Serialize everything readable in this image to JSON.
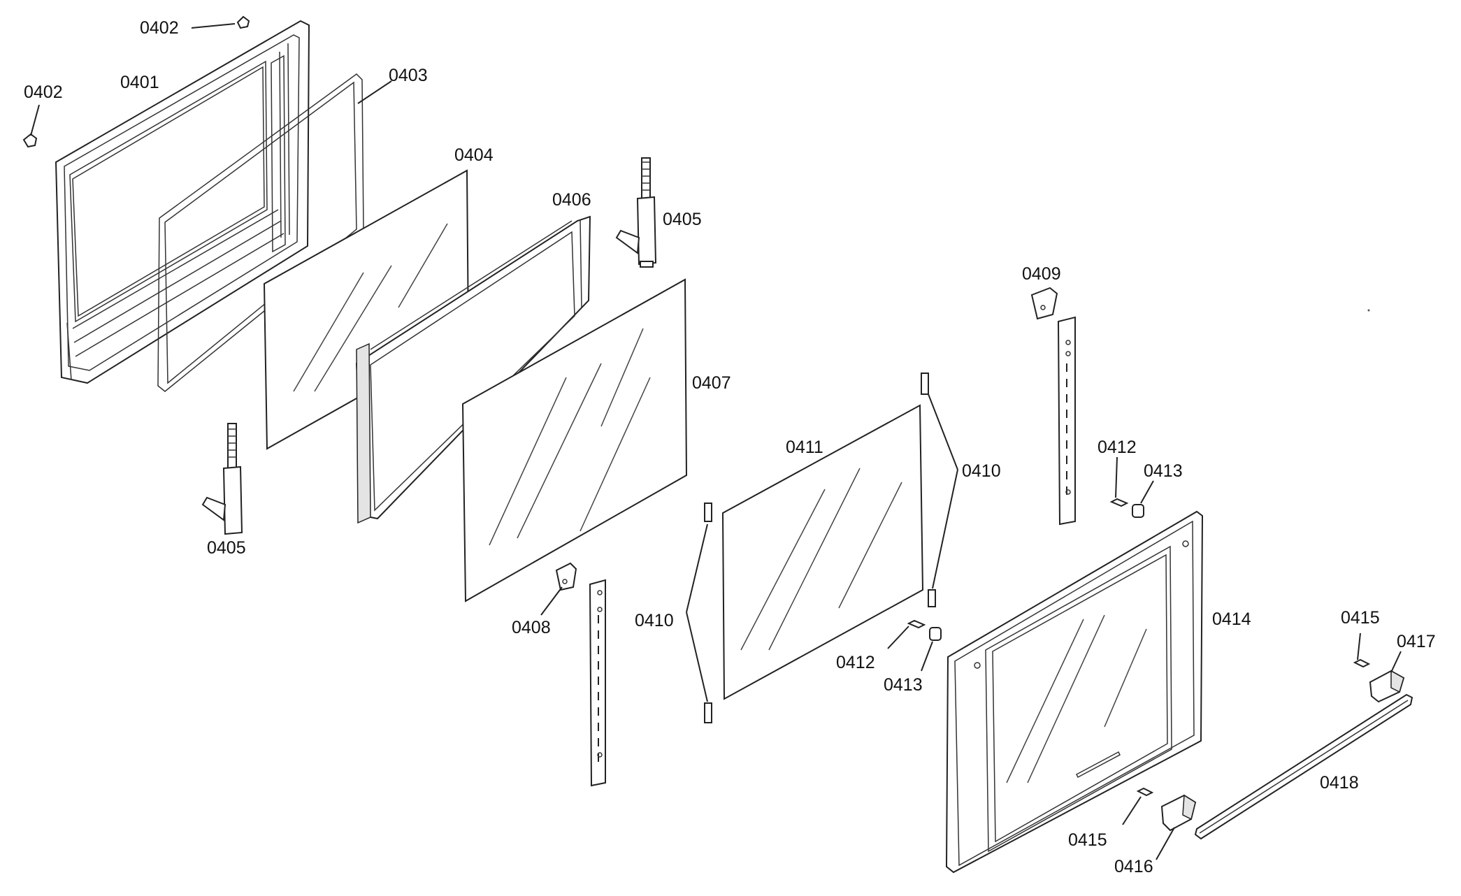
{
  "diagram": {
    "labels": {
      "p0401": "0401",
      "p0402a": "0402",
      "p0402b": "0402",
      "p0403": "0403",
      "p0404": "0404",
      "p0405a": "0405",
      "p0405b": "0405",
      "p0406": "0406",
      "p0407": "0407",
      "p0408": "0408",
      "p0409": "0409",
      "p0410a": "0410",
      "p0410b": "0410",
      "p0411": "0411",
      "p0412a": "0412",
      "p0412b": "0412",
      "p0413a": "0413",
      "p0413b": "0413",
      "p0414": "0414",
      "p0415a": "0415",
      "p0415b": "0415",
      "p0416": "0416",
      "p0417": "0417",
      "p0418": "0418"
    }
  }
}
